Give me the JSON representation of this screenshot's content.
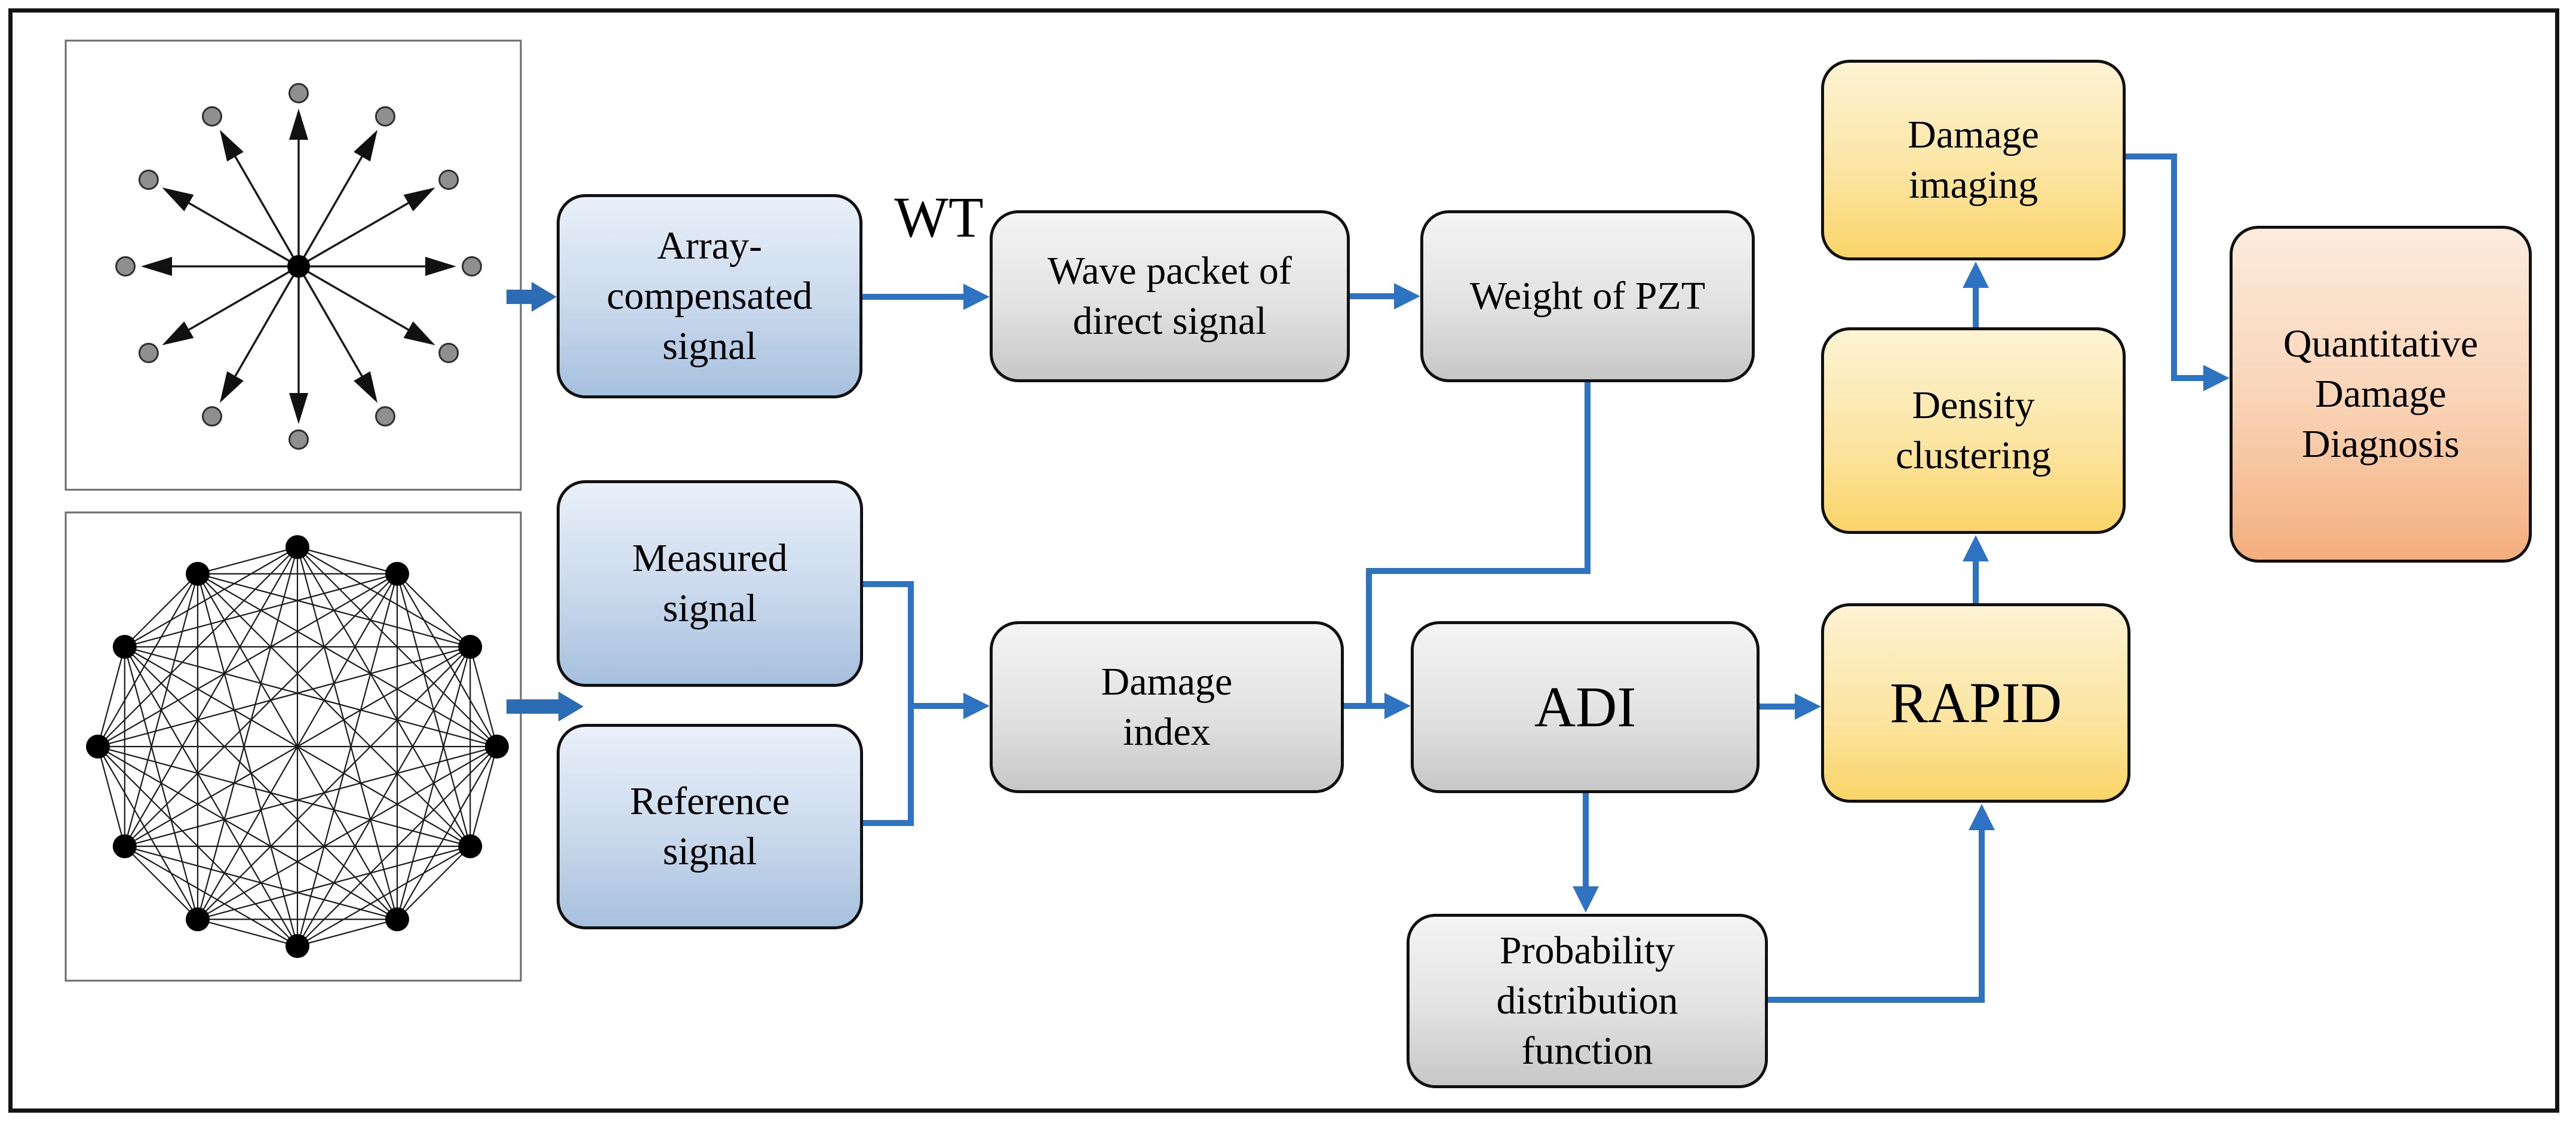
{
  "boxes": {
    "array": {
      "label": "Array-\ncompensated\nsignal"
    },
    "wave_packet": {
      "label": "Wave packet of\ndirect signal"
    },
    "weight_pzt": {
      "label": "Weight of PZT"
    },
    "measured": {
      "label": "Measured\nsignal"
    },
    "reference": {
      "label": "Reference\nsignal"
    },
    "damage_index": {
      "label": "Damage\nindex"
    },
    "adi": {
      "label": "ADI"
    },
    "pdf": {
      "label": "Probability\ndistribution\nfunction"
    },
    "rapid": {
      "label": "RAPID"
    },
    "density": {
      "label": "Density\nclustering"
    },
    "imaging": {
      "label": "Damage\nimaging"
    },
    "quant": {
      "label": "Quantitative\nDamage\nDiagnosis"
    }
  },
  "edge_label": {
    "wt": "WT"
  },
  "figures": {
    "radial_graph": {
      "node_count": 12
    },
    "complete_graph": {
      "node_count": 12
    }
  },
  "colors": {
    "connector": "#2e73c2",
    "thick_arrow": "#2b6cb4",
    "blue_box_top": "#e9f0f9",
    "blue_box_bottom": "#a6c0de",
    "gray_box_top": "#f4f4f4",
    "gray_box_bottom": "#c7c7c7",
    "gold_box_top": "#fdf3d4",
    "gold_box_bottom": "#fad468",
    "orange_box_top": "#fcebdc",
    "orange_box_bottom": "#f4ae7d"
  }
}
